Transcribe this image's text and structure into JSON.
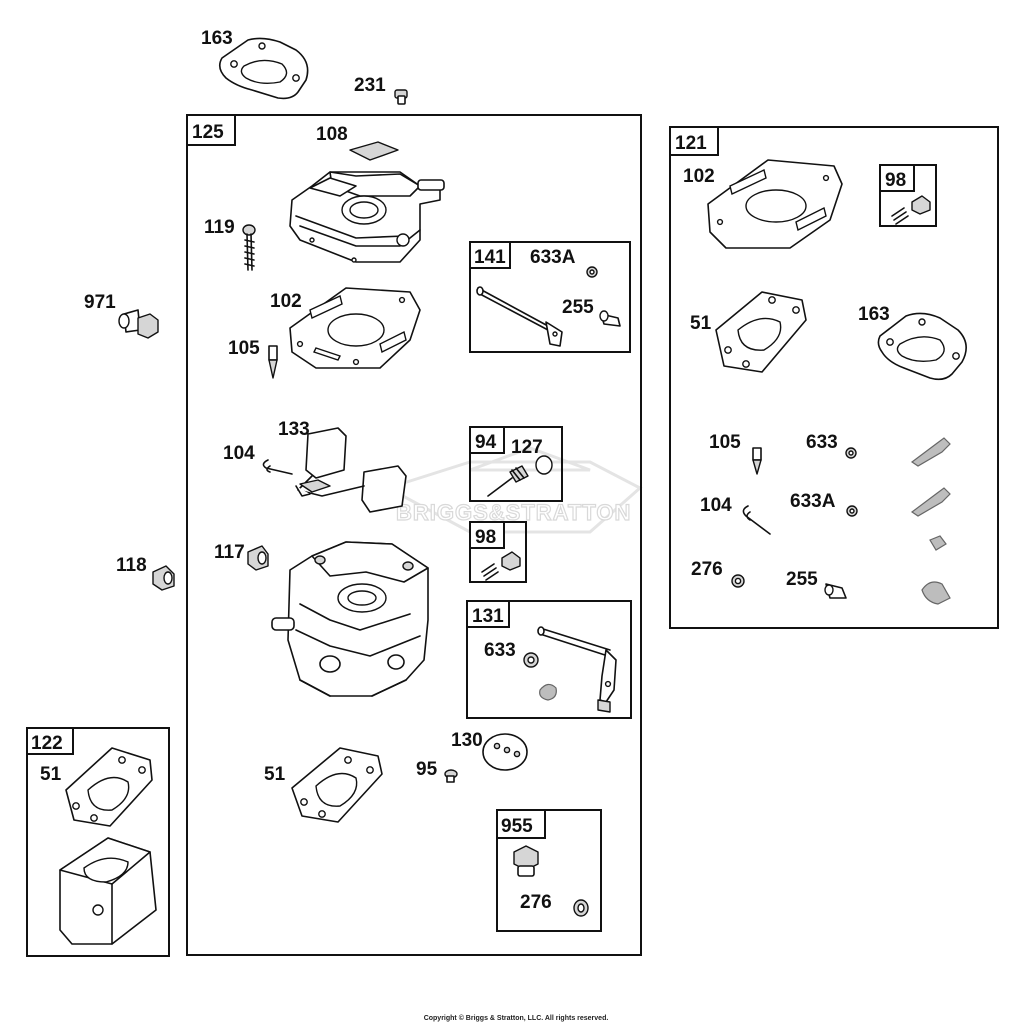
{
  "watermark": {
    "text": "BRIGGS&STRATTON"
  },
  "copyright": "Copyright © Briggs & Stratton, LLC. All rights reserved.",
  "kits": {
    "k125": "125",
    "k121": "121",
    "k122": "122",
    "k141": "141",
    "k94": "94",
    "k98_main": "98",
    "k98_side": "98",
    "k131": "131",
    "k955": "955"
  },
  "labels": {
    "p163_top": "163",
    "p231": "231",
    "p108": "108",
    "p119": "119",
    "p971": "971",
    "p102_main": "102",
    "p105_main": "105",
    "p133": "133",
    "p104_main": "104",
    "p117": "117",
    "p118": "118",
    "p130": "130",
    "p95": "95",
    "p51_main": "51",
    "p51_k122": "51",
    "p633A_k141": "633A",
    "p255_k141": "255",
    "p127_k94": "127",
    "p633_k131": "633",
    "p276_k955": "276",
    "p102_k121": "102",
    "p51_k121": "51",
    "p163_k121": "163",
    "p105_k121": "105",
    "p633_k121": "633",
    "p104_k121": "104",
    "p633A_k121": "633A",
    "p276_k121": "276",
    "p255_k121": "255"
  }
}
